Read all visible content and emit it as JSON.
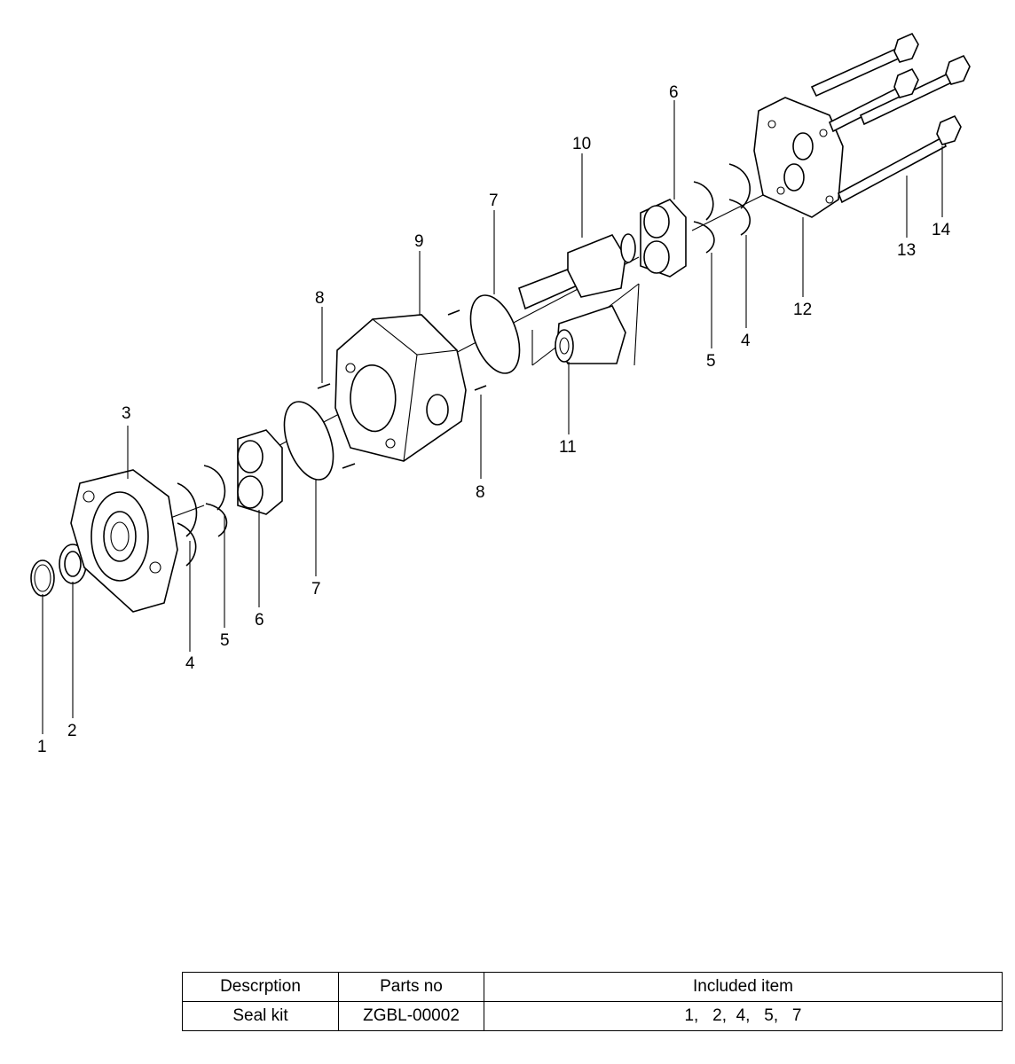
{
  "diagram": {
    "callouts": [
      "1",
      "2",
      "3",
      "4",
      "5",
      "6",
      "7",
      "8",
      "9",
      "10",
      "11",
      "12",
      "13",
      "14"
    ]
  },
  "table": {
    "headers": [
      "Descrption",
      "Parts no",
      "Included item"
    ],
    "rows": [
      {
        "description": "Seal kit",
        "parts_no": "ZGBL-00002",
        "included": "1,   2,  4,   5,   7"
      }
    ]
  }
}
